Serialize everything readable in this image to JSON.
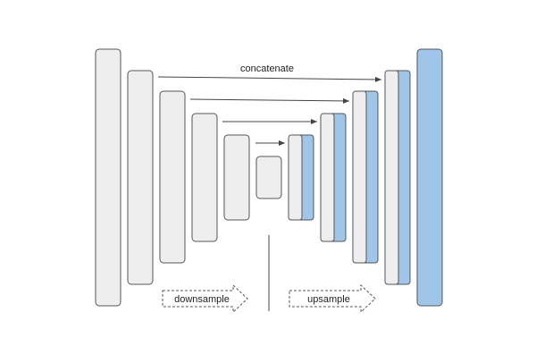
{
  "labels": {
    "concatenate": "concatenate",
    "downsample": "downsample",
    "upsample": "upsample"
  },
  "colors": {
    "block_fill": "#eeeeee",
    "block_stroke": "#555555",
    "feature_fill": "#9fc5e8",
    "arrow": "#444444",
    "background": "#ffffff"
  },
  "structure": {
    "encoder_levels": 6,
    "decoder_levels": 5,
    "skip_connections": 4
  }
}
